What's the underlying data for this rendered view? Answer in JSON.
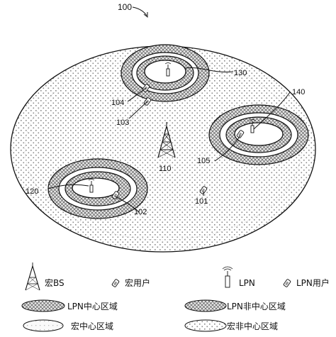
{
  "figure": {
    "number": "100",
    "labels": {
      "lpn_top": "130",
      "macro_ue_top": "104",
      "lpn_ue_top": "103",
      "lpn_right": "140",
      "lpn_ue_right": "105",
      "macro_bs": "110",
      "lpn_left": "120",
      "lpn_ue_left": "102",
      "macro_ue_center": "101"
    }
  },
  "legend": {
    "macro_bs": "宏BS",
    "macro_ue": "宏用户",
    "lpn": "LPN",
    "lpn_ue": "LPN用户",
    "lpn_center": "LPN中心区域",
    "lpn_non_center": "LPN非中心区域",
    "macro_center": "宏中心区域",
    "macro_non_center": "宏非中心区域"
  },
  "colors": {
    "stroke": "#111111",
    "macro_dot": "#8a8a8a",
    "cross_hatch": "#555555"
  }
}
